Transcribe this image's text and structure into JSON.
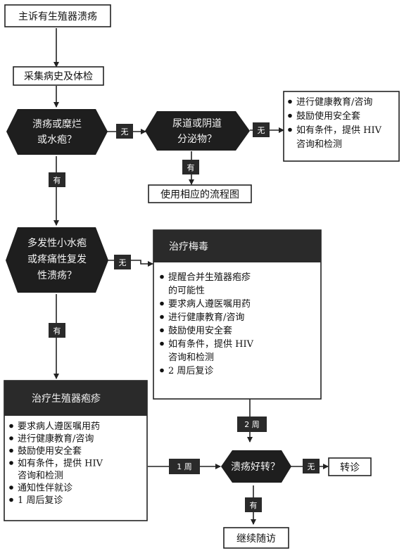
{
  "nodes": {
    "chief_complaint": "主诉有生殖器溃疡",
    "history_exam": "采集病史及体检",
    "ulcer_question": [
      "溃疡或糜烂",
      "或水疱？"
    ],
    "discharge_question": [
      "尿道或阴道",
      "分泌物？"
    ],
    "use_flowchart": "使用相应的流程图",
    "vesicle_question": [
      "多发性小水疱",
      "或疼痛性复发",
      "性溃疡？"
    ],
    "improved_question": "溃疡好转？",
    "referral": "转诊",
    "follow_up": "继续随访"
  },
  "box_education": {
    "items": [
      "进行健康教育/咨询",
      "鼓励使用安全套",
      "如有条件，提供 HIV",
      "咨询和检测"
    ],
    "bullets": [
      true,
      true,
      true,
      false
    ]
  },
  "box_syphilis": {
    "title": "治疗梅毒",
    "items": [
      "提醒合并生殖器疱疹",
      "的可能性",
      "要求病人遵医嘱用药",
      "进行健康教育/咨询",
      "鼓励使用安全套",
      "如有条件，提供 HIV",
      "咨询和检测",
      "2 周后复诊"
    ],
    "bullets": [
      true,
      false,
      true,
      true,
      true,
      true,
      false,
      true
    ]
  },
  "box_herpes": {
    "title": "治疗生殖器疱疹",
    "items": [
      "要求病人遵医嘱用药",
      "进行健康教育/咨询",
      "鼓励使用安全套",
      "如有条件，提供 HIV",
      "咨询和检测",
      "通知性伴就诊",
      "1 周后复诊"
    ],
    "bullets": [
      true,
      true,
      true,
      true,
      false,
      true,
      true
    ]
  },
  "edges": {
    "no": "无",
    "yes": "有",
    "two_weeks": "2 周",
    "one_week": "1 周"
  }
}
